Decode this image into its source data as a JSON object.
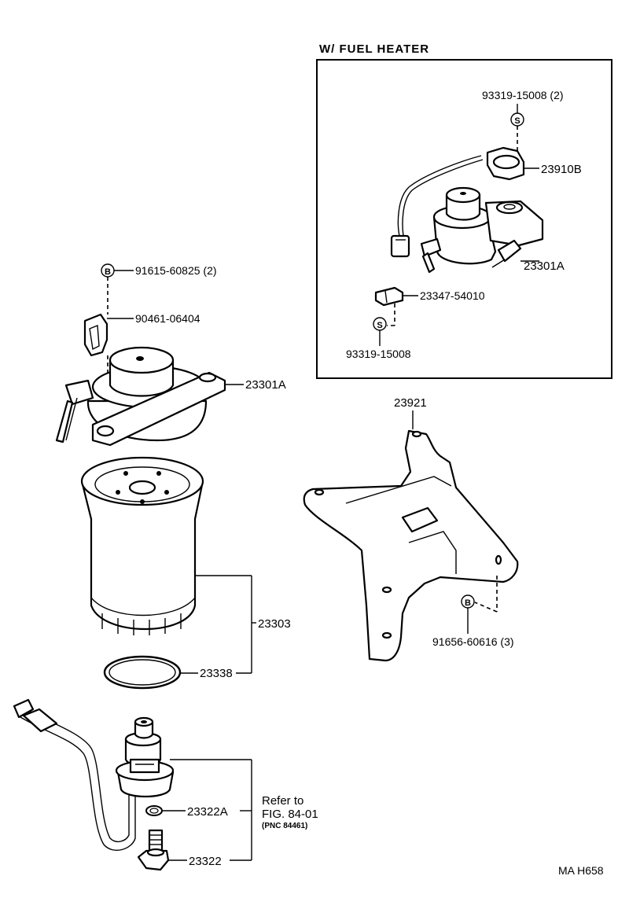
{
  "inset": {
    "title": "W/ FUEL HEATER",
    "labels": {
      "bolt_top": "93319-15008 (2)",
      "heater": "23910B",
      "filter_head": "23301A",
      "clamp": "23347-54010",
      "bolt_bottom": "93319-15008"
    },
    "symbols": {
      "s_top": "S",
      "s_bottom": "S"
    }
  },
  "main": {
    "labels": {
      "bolt": "91615-60825 (2)",
      "clamp": "90461-06404",
      "filter_head": "23301A",
      "bracket": "23921",
      "bracket_bolt": "91656-60616 (3)",
      "element": "23303",
      "gasket": "23338",
      "washer": "23322A",
      "plug": "23322",
      "refer_line1": "Refer to",
      "refer_line2": "FIG. 84-01",
      "refer_line3": "(PNC 84461)",
      "code": "MA H658"
    },
    "symbols": {
      "b_bolt": "B",
      "b_bracket": "B"
    }
  }
}
